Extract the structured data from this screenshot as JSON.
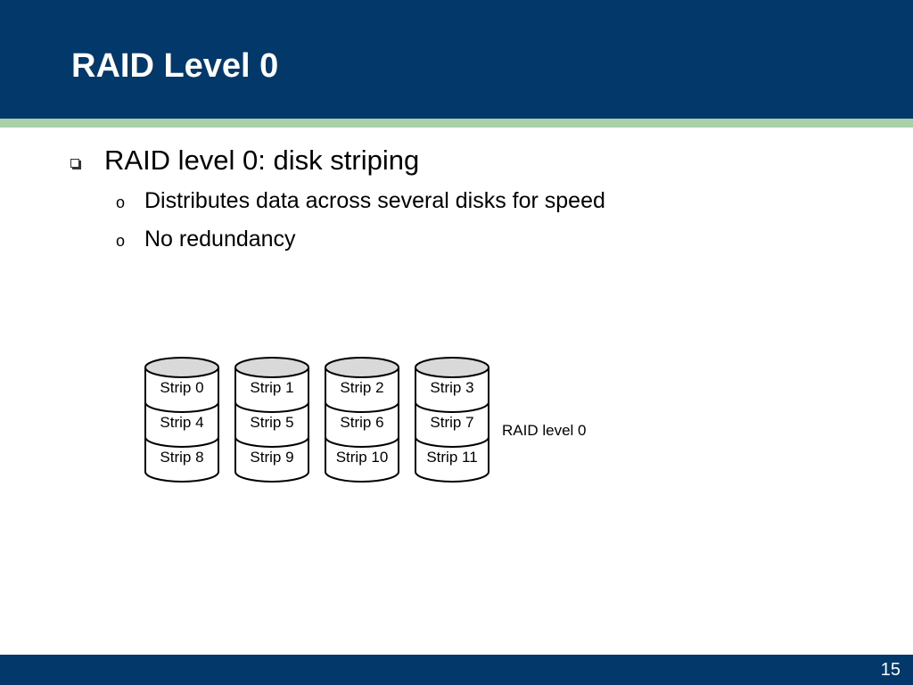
{
  "slide": {
    "title": "RAID Level 0",
    "page_number": "15"
  },
  "bullets": {
    "main": {
      "icon": "square-bullet-icon",
      "text": "RAID level 0: disk striping"
    },
    "sub": [
      {
        "marker": "o",
        "text": "Distributes data across several disks for speed"
      },
      {
        "marker": "o",
        "text": "No redundancy"
      }
    ]
  },
  "diagram": {
    "disks": [
      {
        "strips": [
          "Strip 0",
          "Strip 4",
          "Strip 8"
        ]
      },
      {
        "strips": [
          "Strip 1",
          "Strip 5",
          "Strip 9"
        ]
      },
      {
        "strips": [
          "Strip 2",
          "Strip 6",
          "Strip 10"
        ]
      },
      {
        "strips": [
          "Strip 3",
          "Strip 7",
          "Strip 11"
        ]
      }
    ],
    "label": "RAID level 0"
  },
  "colors": {
    "header": "#03386a",
    "header_stripe": "#a9d0a6",
    "disk_top": "#d9d9d9"
  }
}
